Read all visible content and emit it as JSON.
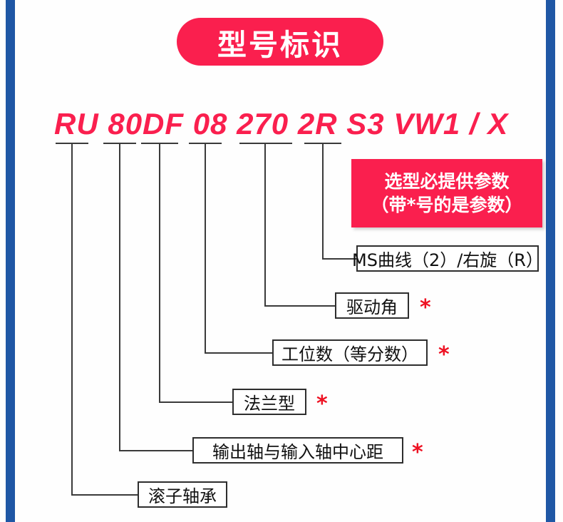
{
  "banner": {
    "title": "型号标识"
  },
  "model": {
    "code": "RU 80DF 08 270 2R S3 VW1 / X",
    "tokens": [
      "RU",
      "80",
      "DF",
      "08",
      "270",
      "2R",
      "S3",
      "VW1",
      "/",
      "X"
    ]
  },
  "callout": {
    "line1": "选型必提供参数",
    "line2": "（带*号的是参数）"
  },
  "legend": [
    {
      "key": "ms-curve",
      "label": "MS曲线（2）/右旋（R）",
      "required": false,
      "marker": ""
    },
    {
      "key": "drive-angle",
      "label": "驱动角",
      "required": true,
      "marker": "*"
    },
    {
      "key": "station-count",
      "label": "工位数（等分数）",
      "required": true,
      "marker": "*"
    },
    {
      "key": "flange-type",
      "label": "法兰型",
      "required": true,
      "marker": "*"
    },
    {
      "key": "shaft-distance",
      "label": "输出轴与输入轴中心距",
      "required": true,
      "marker": "*"
    },
    {
      "key": "roller-bearing",
      "label": "滚子轴承",
      "required": false,
      "marker": ""
    }
  ],
  "colors": {
    "accent_pink": "#fa1f4e",
    "rail_blue": "#1f57a5",
    "line_gray": "#3a3a3a",
    "star_red": "#ee1122",
    "text_black": "#111111"
  },
  "watermark": {
    "text": ""
  }
}
